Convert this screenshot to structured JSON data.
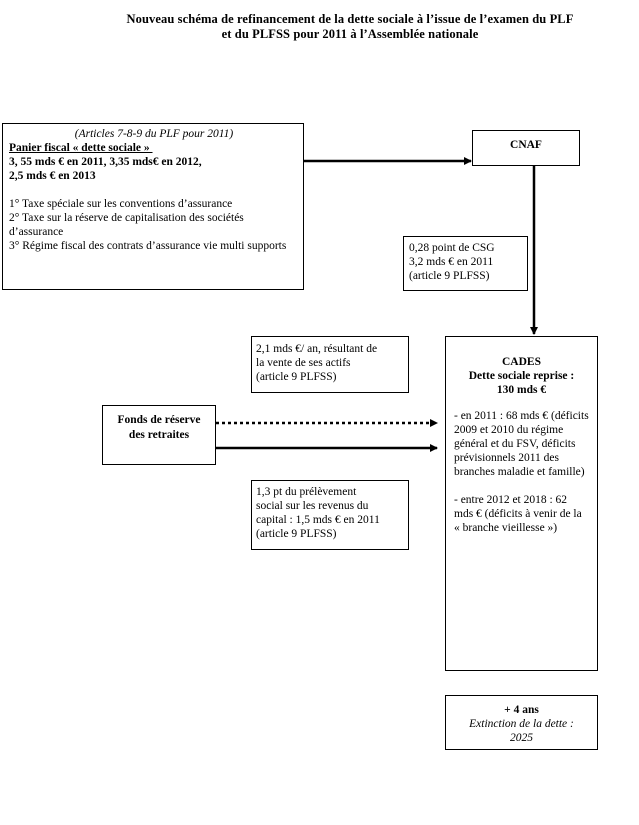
{
  "title": {
    "line1": "Nouveau schéma de refinancement de la dette sociale à l’issue de l’examen du PLF",
    "line2": "et du PLFSS pour 2011 à l’Assemblée nationale"
  },
  "panier": {
    "source": "(Articles 7-8-9 du PLF pour 2011)",
    "heading": "Panier fiscal « dette sociale » ",
    "amount1": "3, 55 mds € en 2011, 3,35 mds€ en 2012,",
    "amount2": "2,5 mds € en 2013",
    "items": [
      "1° Taxe spéciale sur les conventions d’assurance",
      "2° Taxe sur la réserve de capitalisation des sociétés d’assurance",
      "3° Régime fiscal des contrats d’assurance vie multi supports"
    ]
  },
  "cnaf": {
    "label": "CNAF"
  },
  "csg": {
    "line1": "0,28 point de CSG",
    "line2": "3,2 mds € en 2011",
    "line3": "(article 9 PLFSS)"
  },
  "actifs": {
    "line1": "2,1 mds €/ an, résultant de",
    "line2": "la vente de ses actifs",
    "line3": "(article 9 PLFSS)"
  },
  "fonds": {
    "label": "Fonds de réserve des retraites"
  },
  "prelevement": {
    "line1": "1,3 pt du prélèvement",
    "line2": "social sur les revenus du",
    "line3": "capital : 1,5 mds € en 2011",
    "line4": "(article 9 PLFSS)"
  },
  "cades": {
    "name": "CADES",
    "subtitle": "Dette sociale reprise :",
    "total": "130 mds €",
    "item1": "- en 2011 : 68 mds € (déficits 2009 et 2010 du régime général et du FSV, déficits prévisionnels 2011 des branches maladie et famille)",
    "item2": "- entre 2012 et 2018 : 62 mds € (déficits à venir de la « branche vieillesse »)"
  },
  "extinction": {
    "plus": "+ 4 ans",
    "label": "Extinction de la dette :",
    "year": "2025"
  }
}
